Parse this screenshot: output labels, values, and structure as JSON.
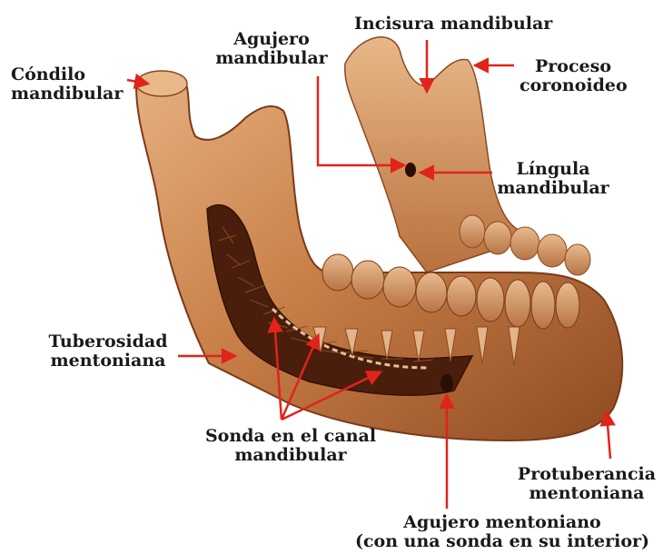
{
  "colors": {
    "bone_light": "#e0a774",
    "bone_mid": "#b8693a",
    "bone_dark": "#7a3a18",
    "cancellous": "#4a1e0c",
    "tooth": "#d9a478",
    "arrow": "#e0241b",
    "label_text": "#1a1a1a",
    "background": "#ffffff"
  },
  "labels": {
    "condilo": [
      "Cóndilo",
      "mandibular"
    ],
    "agujero_mandibular": [
      "Agujero",
      "mandibular"
    ],
    "incisura": [
      "Incisura mandibular"
    ],
    "proceso": [
      "Proceso",
      "coronoideo"
    ],
    "lingula": [
      "Língula",
      "mandibular"
    ],
    "tuberosidad": [
      "Tuberosidad",
      "mentoniana"
    ],
    "sonda": [
      "Sonda en el canal",
      "mandibular"
    ],
    "protuberancia": [
      "Protuberancia",
      "mentoniana"
    ],
    "agujero_mentoniano": [
      "Agujero mentoniano",
      "(con una sonda en su interior)"
    ]
  }
}
